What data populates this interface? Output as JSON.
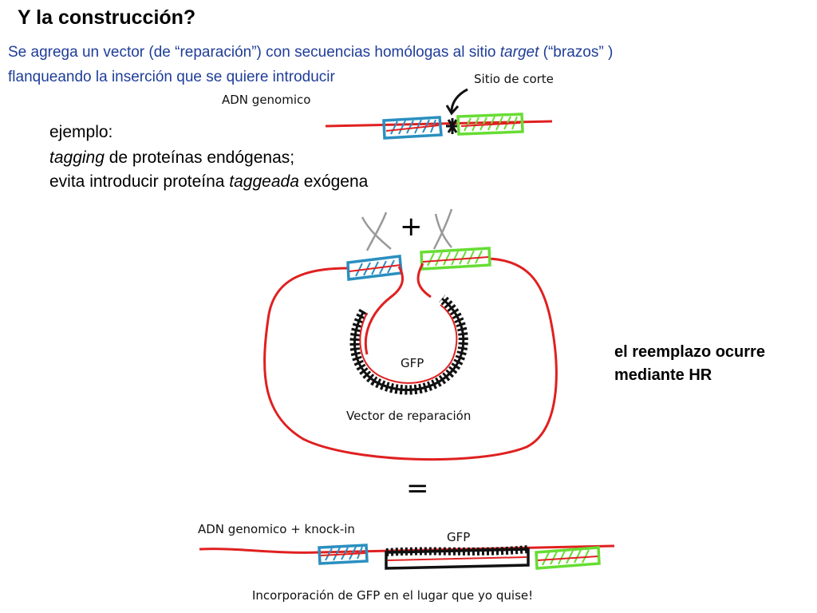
{
  "title": "Y la construcción?",
  "intro": {
    "line1_a": "Se agrega un vector (de “reparación”) con secuencias homólogas al sitio ",
    "line1_b": "target",
    "line1_c": " (“brazos” )",
    "line2": "flanqueando la inserción que se quiere introducir"
  },
  "labels": {
    "cut_site": "Sitio de corte",
    "genomic": "ADN genomico",
    "gfp": "GFP",
    "vector": "Vector de reparación",
    "genomic_knockin": "ADN genomico + knock-in",
    "gfp_bottom": "GFP",
    "result": "Incorporación de GFP en el lugar que yo quise!"
  },
  "example": {
    "l1": "ejemplo:",
    "l2_a": "tagging",
    "l2_b": " de proteínas endógenas;",
    "l3_a": "evita introducir proteína ",
    "l3_b": "taggeada",
    "l3_c": " exógena"
  },
  "note": {
    "l1": "el reemplazo ocurre",
    "l2": "mediante HR"
  },
  "symbols": {
    "plus": "+",
    "equals": "="
  },
  "colors": {
    "dna": "#e02020",
    "arm_left": "#2a8fc0",
    "arm_right": "#66dd33",
    "gfp": "#111111",
    "intro_text": "#1f3d99"
  }
}
